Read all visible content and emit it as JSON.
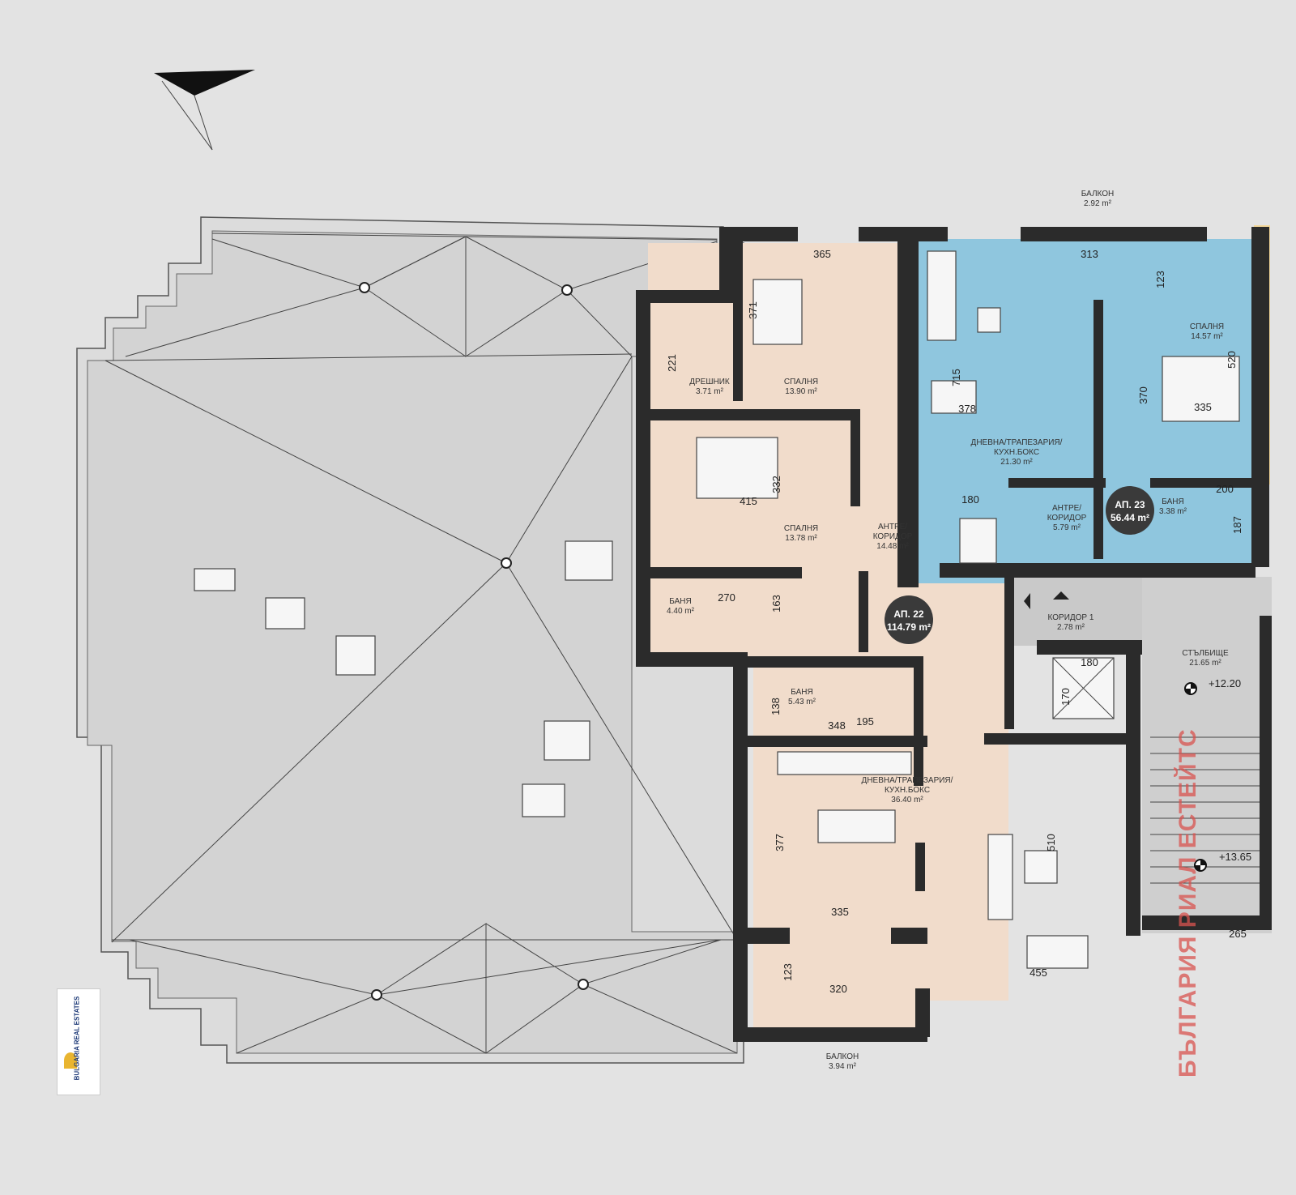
{
  "watermark": "БЪЛГАРИЯ РИАЛ ЕСТЕЙТС",
  "logo": "BULGARIA REAL ESTATES",
  "colors": {
    "apartment_22": "#f1dccb",
    "apartment_23": "#8fc6de",
    "common_area": "#c9c9c9",
    "walls": "#2b2b2b",
    "watermark": "#d9534f"
  },
  "icons": {
    "north_arrow": "north-arrow-icon",
    "elevation_marker": "level-marker-icon",
    "roof_drain": "roof-drain-icon"
  },
  "apartments": [
    {
      "name": "АП. 22",
      "area": "114.79 m²"
    },
    {
      "name": "АП. 23",
      "area": "56.44 m²"
    }
  ],
  "rooms": {
    "balcony_top": {
      "name": "БАЛКОН",
      "area": "2.92 m²"
    },
    "closet": {
      "name": "ДРЕШНИК",
      "area": "3.71 m²"
    },
    "bedroom1": {
      "name": "СПАЛНЯ",
      "area": "13.90 m²"
    },
    "bedroom2": {
      "name": "СПАЛНЯ",
      "area": "13.78 m²"
    },
    "hall22": {
      "name1": "АНТРЕ/",
      "name2": "КОРИДОР",
      "area": "14.48 m²"
    },
    "bath1": {
      "name": "БАНЯ",
      "area": "4.40 m²"
    },
    "bath2": {
      "name": "БАНЯ",
      "area": "5.43 m²"
    },
    "living22": {
      "name1": "ДНЕВНА/ТРАПЕЗАРИЯ/",
      "name2": "КУХН.БОКС",
      "area": "36.40 m²"
    },
    "balcony_bottom": {
      "name": "БАЛКОН",
      "area": "3.94 m²"
    },
    "living23": {
      "name1": "ДНЕВНА/ТРАПЕЗАРИЯ/",
      "name2": "КУХН.БОКС",
      "area": "21.30 m²"
    },
    "hall23": {
      "name1": "АНТРЕ/",
      "name2": "КОРИДОР",
      "area": "5.79 m²"
    },
    "bedroom23": {
      "name": "СПАЛНЯ",
      "area": "14.57 m²"
    },
    "bath23": {
      "name": "БАНЯ",
      "area": "3.38 m²"
    },
    "corridor1": {
      "name": "КОРИДОР 1",
      "area": "2.78 m²"
    },
    "stairs": {
      "name": "СТЪЛБИЩЕ",
      "area": "21.65 m²"
    }
  },
  "levels": [
    "+12.20",
    "+13.65"
  ],
  "dimensions": {
    "d365": "365",
    "d371": "371",
    "d221": "221",
    "d415": "415",
    "d332": "332",
    "d270": "270",
    "d163": "163",
    "d138": "138",
    "d348": "348",
    "d195": "195",
    "d377": "377",
    "d335a": "335",
    "d510": "510",
    "d123a": "123",
    "d320": "320",
    "d455": "455",
    "d313": "313",
    "d123b": "123",
    "d715": "715",
    "d378": "378",
    "d370": "370",
    "d335b": "335",
    "d520": "520",
    "d180a": "180",
    "d200": "200",
    "d187": "187",
    "d180b": "180",
    "d170": "170",
    "d265": "265"
  }
}
